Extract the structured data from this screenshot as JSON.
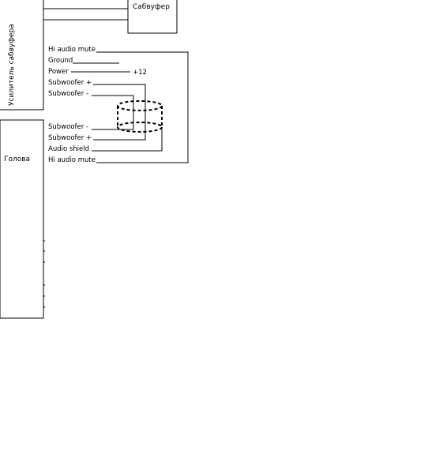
{
  "blocks": {
    "amplifier": "Усилитель сабвуфера",
    "subwoofer": "Сабвуфер",
    "head_unit": "Голова"
  },
  "amp_wires": [
    "Hi audio mute",
    "Ground",
    "Power",
    "Subwoofer +",
    "Subwoofer -"
  ],
  "power_value": "+12",
  "head_wires": [
    "Subwoofer -",
    "Subwoofer +",
    "Audio shield",
    "Hi audio mute"
  ],
  "colors": {
    "line": "#000000",
    "background": "#ffffff"
  }
}
